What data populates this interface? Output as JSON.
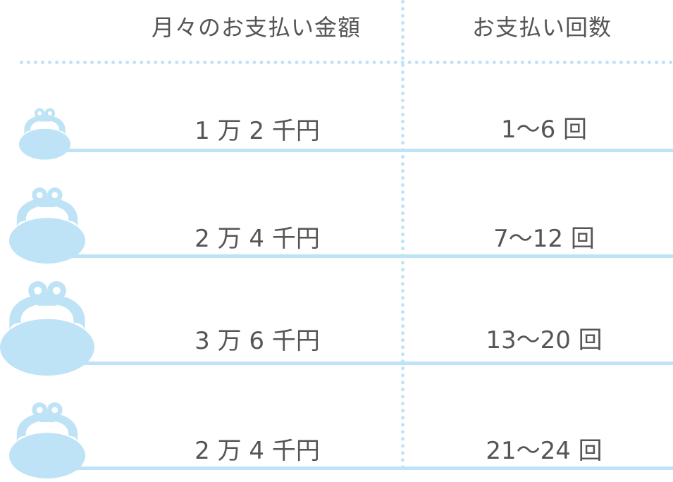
{
  "header": {
    "amount_label": "月々のお支払い金額",
    "count_label": "お支払い回数"
  },
  "rows": [
    {
      "amount": "1 万 2 千円",
      "count": "1〜6 回"
    },
    {
      "amount": "2 万 4 千円",
      "count": "7〜12 回"
    },
    {
      "amount": "3 万 6 千円",
      "count": "13〜20 回"
    },
    {
      "amount": "2 万 4 千円",
      "count": "21〜24 回"
    }
  ],
  "icons": {
    "row_icon": "coin-purse-icon"
  },
  "colors": {
    "accent": "#bfe3f6",
    "text": "#555555"
  }
}
